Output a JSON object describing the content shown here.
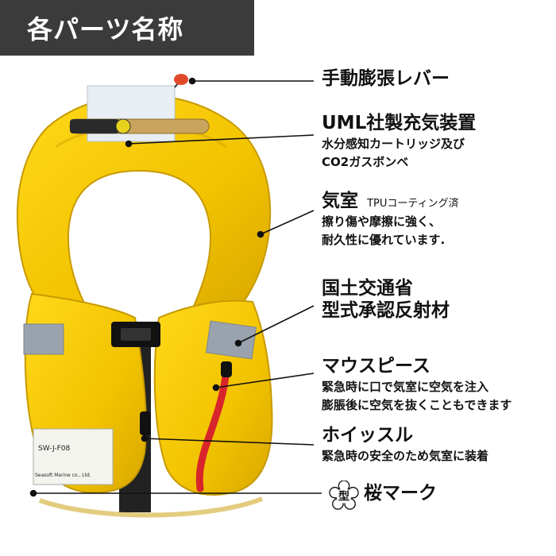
{
  "header": {
    "title": "各パーツ名称"
  },
  "parts": [
    {
      "name": "手動膨張レバー"
    },
    {
      "name": "UML社製充気装置",
      "desc": [
        "水分感知カートリッジ及び",
        "CO2ガスボンベ"
      ]
    },
    {
      "name": "気室",
      "name_sub": "TPUコーティング済",
      "desc": [
        "擦り傷や摩擦に強く、",
        "耐久性に優れています."
      ]
    },
    {
      "name": [
        "国土交通省",
        "型式承認反射材"
      ]
    },
    {
      "name": "マウスピース",
      "desc": [
        "緊急時に口で気室に空気を注入",
        "膨脹後に空気を抜くこともできます"
      ]
    },
    {
      "name": "ホイッスル",
      "desc": [
        "緊急時の安全のため気室に装着"
      ]
    },
    {
      "name": "桜マーク",
      "badge": "型"
    }
  ],
  "product_label": {
    "model": "SW-J-F08",
    "maker": "Seasoft Marine co., Ltd."
  },
  "colors": {
    "header_bg": "#3b3b3b",
    "vest_yellow": "#f2c300",
    "vest_shadow": "#c79a00",
    "reflector": "#9aa3ad",
    "tube_red": "#d8242b",
    "line": "#111111"
  }
}
